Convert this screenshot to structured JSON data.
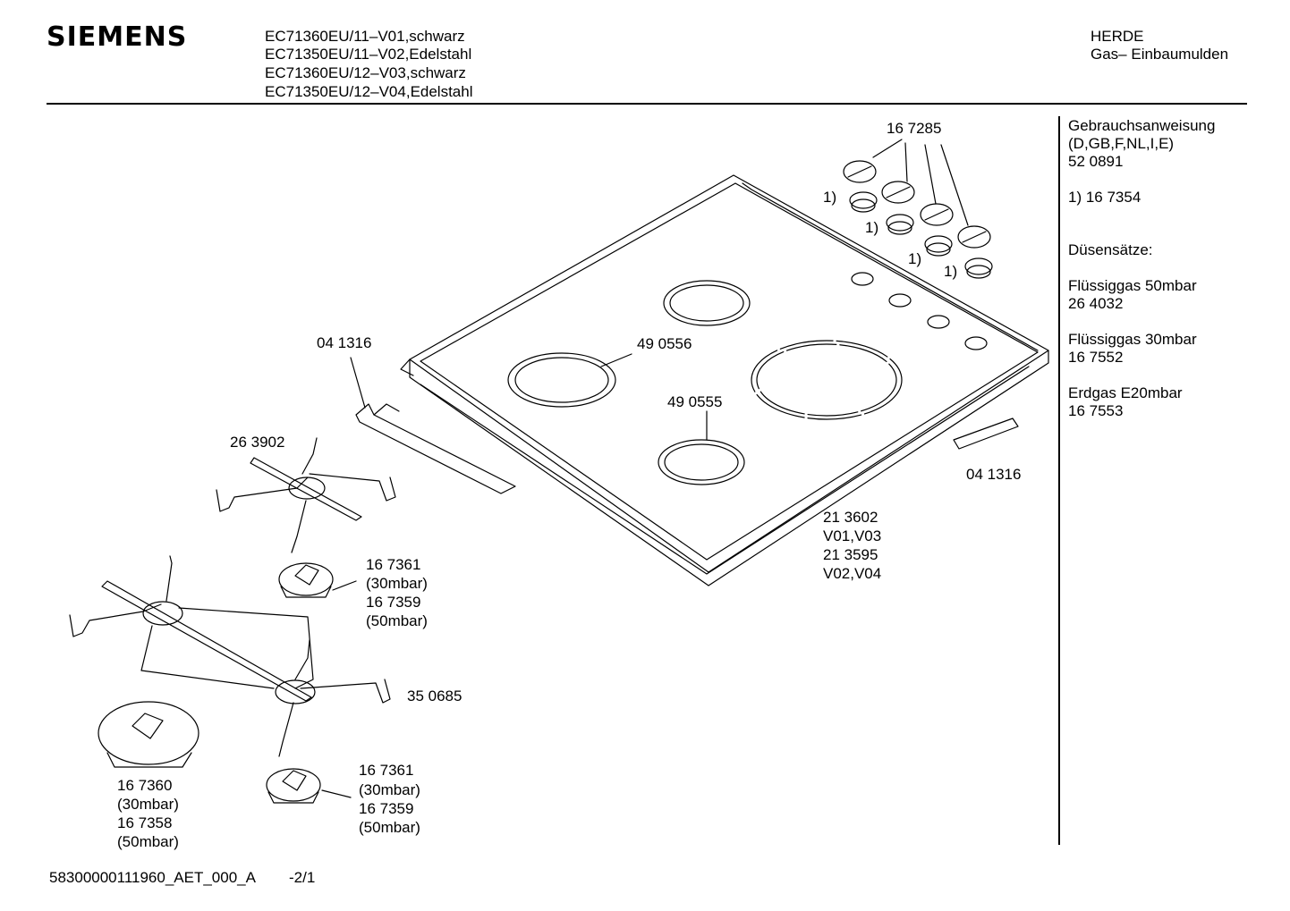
{
  "header": {
    "brand": "SIEMENS",
    "models": [
      "EC71360EU/11–V01,schwarz",
      "EC71350EU/11–V02,Edelstahl",
      "EC71360EU/12–V03,schwarz",
      "EC71350EU/12–V04,Edelstahl"
    ],
    "category": "HERDE",
    "subcategory": "Gas– Einbaumulden"
  },
  "sidebar": {
    "manual_title": "Gebrauchsanweisung",
    "manual_languages": "(D,GB,F,NL,I,E)",
    "manual_number": "52 0891",
    "footnote": "1)  16 7354",
    "nozzle_title": "Düsensätze:",
    "lpg50_label": "Flüssiggas 50mbar",
    "lpg50_number": "26 4032",
    "lpg30_label": "Flüssiggas 30mbar",
    "lpg30_number": "16 7552",
    "natgas_label": "Erdgas E20mbar",
    "natgas_number": "16 7553"
  },
  "parts": {
    "knobs": "16 7285",
    "footnote_mark": "1)",
    "seal_left": "04 1316",
    "seal_right": "04 1316",
    "burner_ring_back": "49 0556",
    "burner_ring_front": "49 0555",
    "grid_small": "26 3902",
    "grid_large": "35 0685",
    "hob_top": [
      "21 3602",
      "V01,V03",
      "21 3595",
      "V02,V04"
    ],
    "cap_small_1": [
      "16 7361",
      "(30mbar)",
      "16 7359",
      "(50mbar)"
    ],
    "cap_small_2": [
      "16 7361",
      "(30mbar)",
      "16 7359",
      "(50mbar)"
    ],
    "cap_large": [
      "16 7360",
      "(30mbar)",
      "16 7358",
      "(50mbar)"
    ]
  },
  "footer": {
    "doc_id": "58300000111960_AET_000_A",
    "page": "-2/1"
  }
}
